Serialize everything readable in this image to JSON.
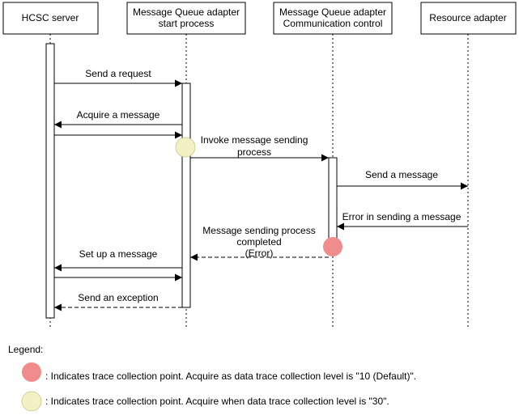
{
  "participants": [
    {
      "id": "hcsc",
      "lines": [
        "HCSC server"
      ]
    },
    {
      "id": "mqstart",
      "lines": [
        "Message Queue adapter",
        "start process"
      ]
    },
    {
      "id": "mqcomm",
      "lines": [
        "Message Queue adapter",
        "Communication control"
      ]
    },
    {
      "id": "resource",
      "lines": [
        "Resource adapter"
      ]
    }
  ],
  "messages": [
    {
      "id": "send-request",
      "lines": [
        "Send a request"
      ]
    },
    {
      "id": "acquire-message",
      "lines": [
        "Acquire a message"
      ]
    },
    {
      "id": "invoke-sending",
      "lines": [
        "Invoke message sending",
        "process"
      ]
    },
    {
      "id": "send-message",
      "lines": [
        "Send a message"
      ]
    },
    {
      "id": "error-sending",
      "lines": [
        "Error in sending a message"
      ]
    },
    {
      "id": "sending-completed",
      "lines": [
        "Message sending process",
        "completed",
        "(Error)"
      ]
    },
    {
      "id": "set-up-message",
      "lines": [
        "Set up a message"
      ]
    },
    {
      "id": "send-exception",
      "lines": [
        "Send an exception"
      ]
    }
  ],
  "legend": {
    "title": "Legend:",
    "red_text": ": Indicates trace collection point. Acquire as data trace collection level is \"10 (Default)\".",
    "yellow_text": ": Indicates trace collection point. Acquire when data trace collection level is \"30\"."
  },
  "colors": {
    "red_marker": "#f08c8c",
    "yellow_marker": "#f1f1c4",
    "yellow_stroke": "#c8c88a"
  }
}
